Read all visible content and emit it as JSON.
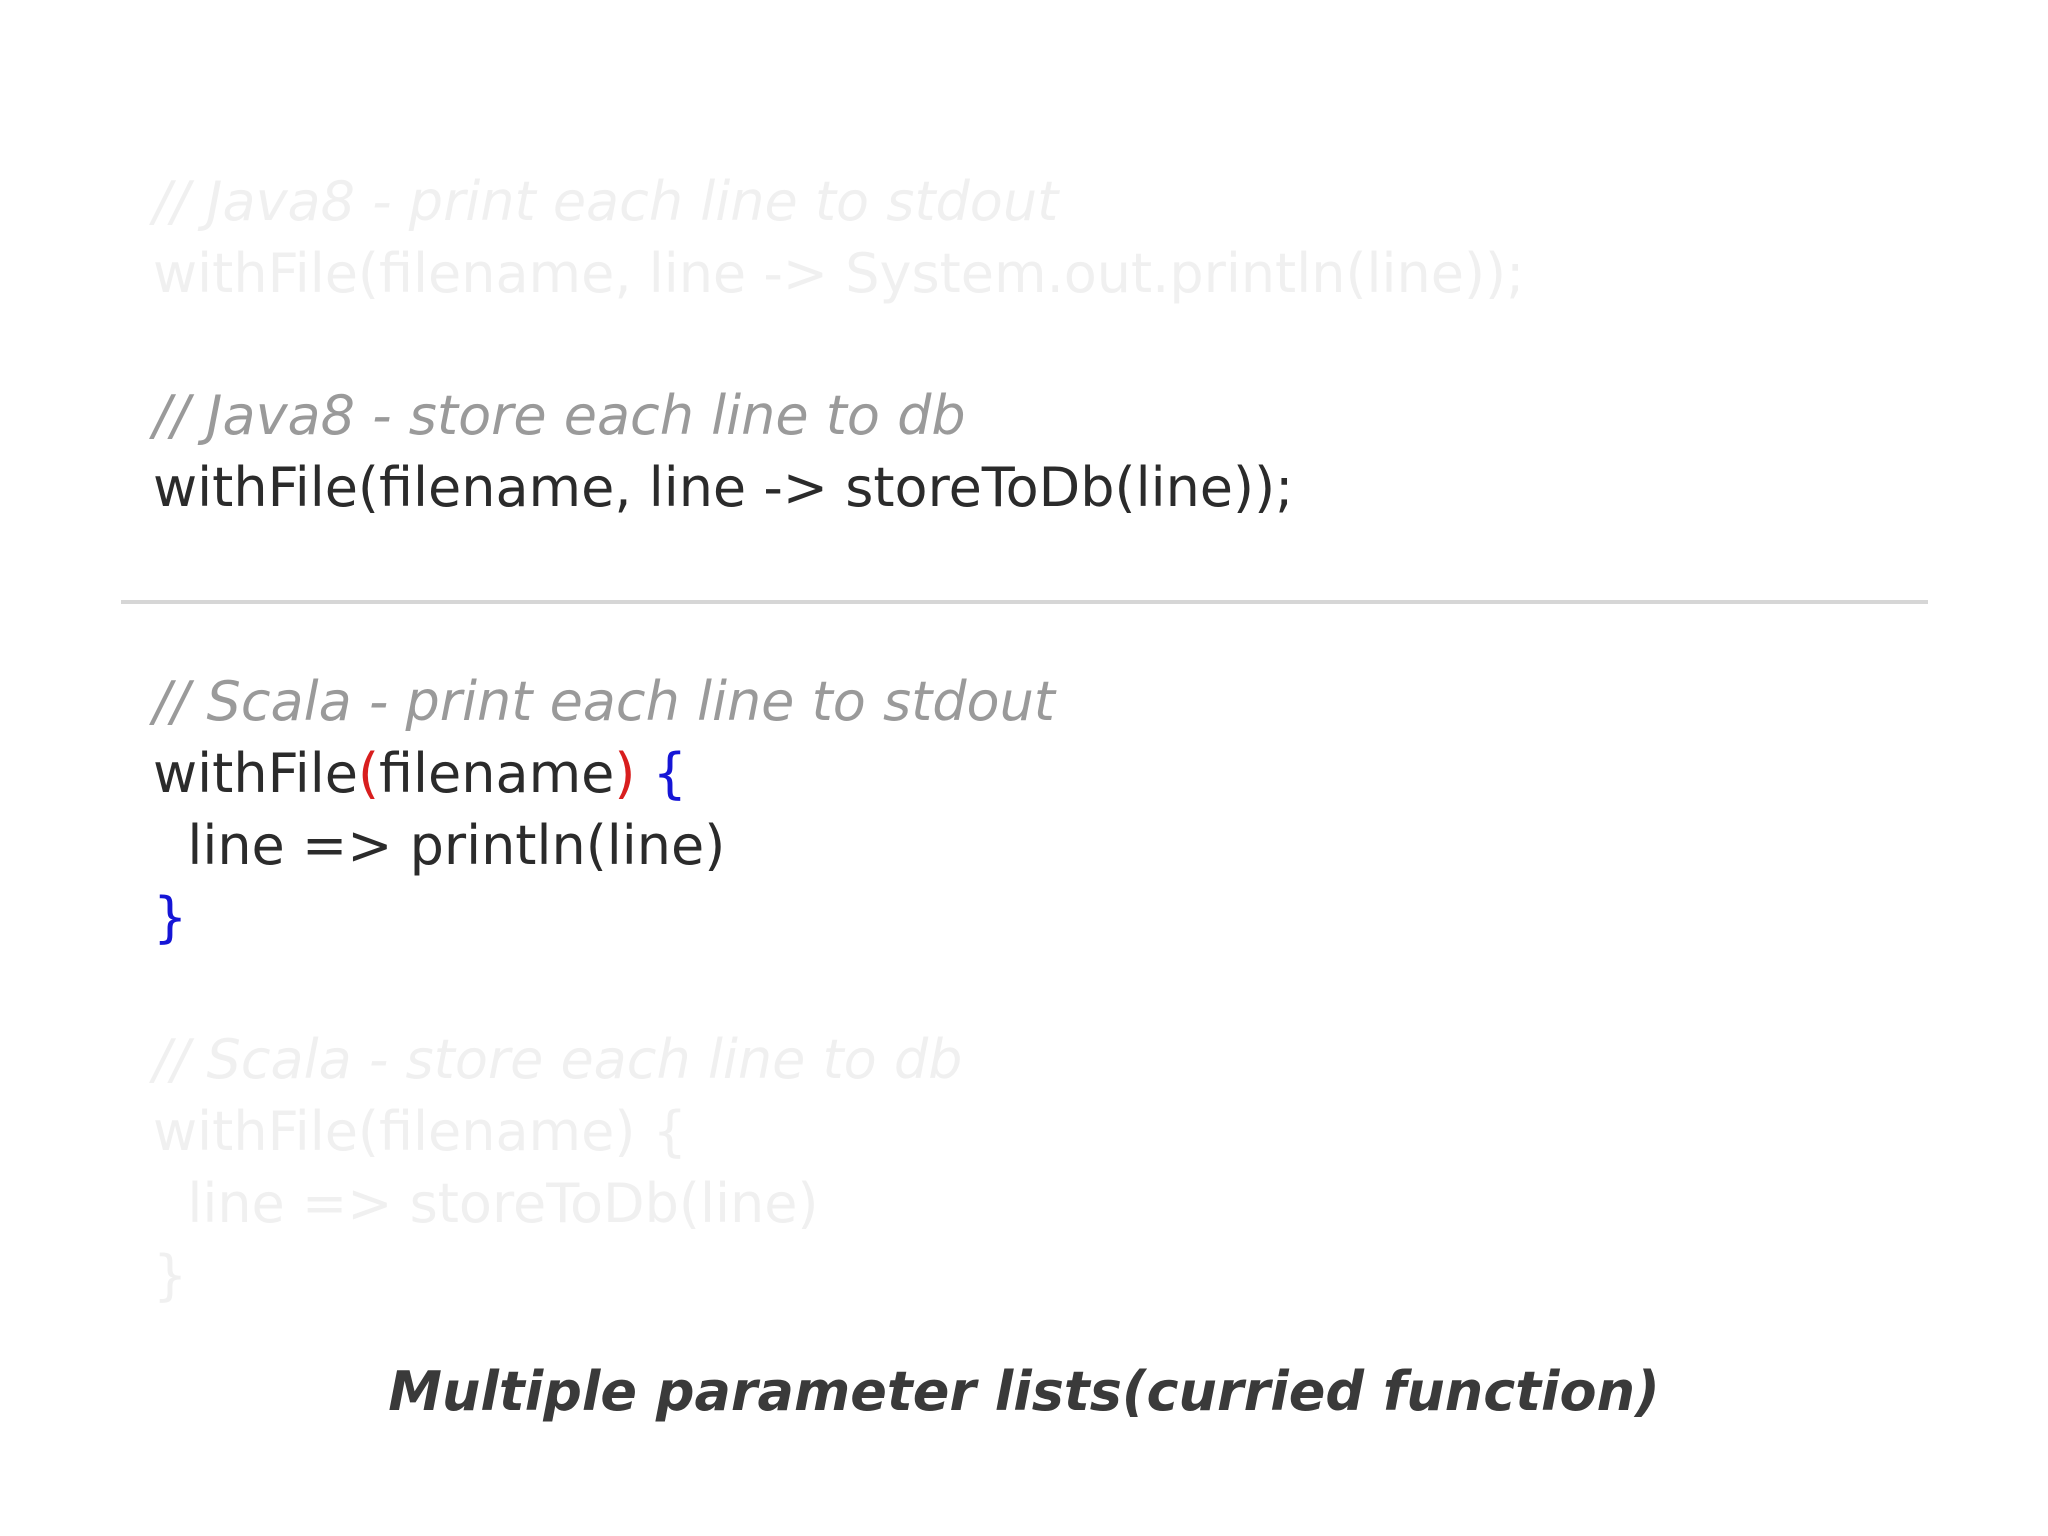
{
  "java_print": {
    "comment": "// Java8 - print each line to stdout",
    "code": "withFile(filename, line -> System.out.println(line));"
  },
  "java_store": {
    "comment": "// Java8 - store each line to db",
    "code": "withFile(filename, line -> storeToDb(line));"
  },
  "scala_print": {
    "comment": "// Scala - print each line to stdout",
    "line1_name": "withFile",
    "line1_open_paren": "(",
    "line1_arg": "filename",
    "line1_close_paren": ")",
    "line1_space": " ",
    "line1_open_brace": "{",
    "line2": "  line => println(line)",
    "line3_close_brace": "}"
  },
  "scala_store": {
    "comment": "// Scala - store each line to db",
    "line1": "withFile(filename) {",
    "line2": "  line => storeToDb(line)",
    "line3": "}"
  },
  "caption": "Multiple parameter lists(curried function)",
  "colors": {
    "code_active": "#2b2b2b",
    "comment_active": "#9a9a9a",
    "faded": "#f0f0f0",
    "paren": "#d81e1e",
    "brace": "#1515d6"
  }
}
